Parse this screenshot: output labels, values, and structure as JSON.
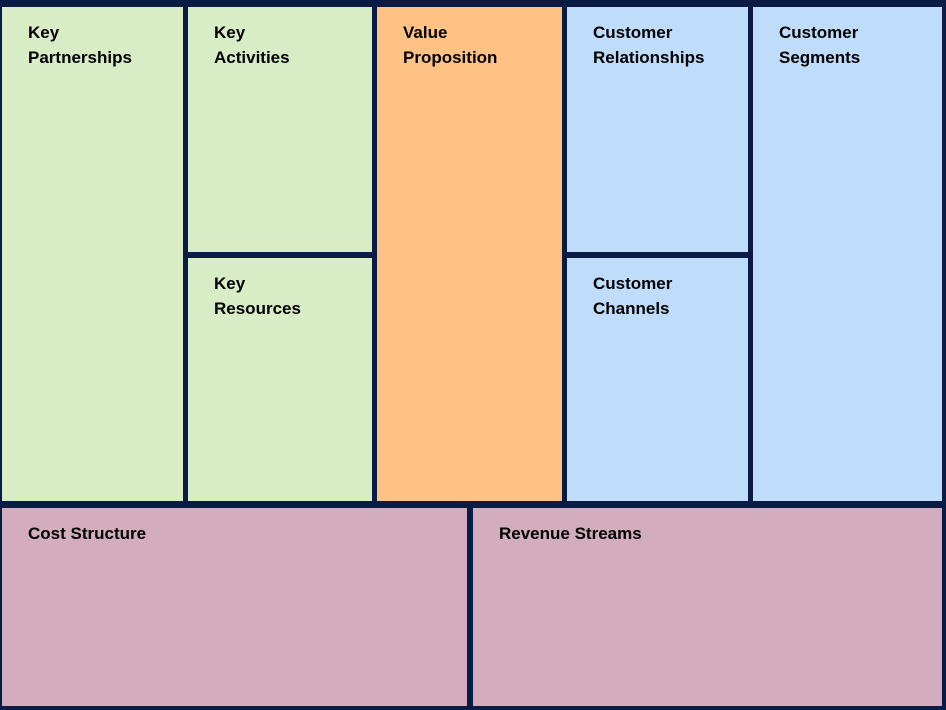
{
  "colors": {
    "border_navy": "#0a1c44",
    "key_green": "#d8ecc5",
    "value_orange": "#ffc285",
    "customer_blue": "#bfdcfb",
    "finance_pink": "#d3acbd",
    "label_text": "#000000"
  },
  "cells": {
    "key_partnerships": {
      "label": "Key Partnerships"
    },
    "key_activities": {
      "label": "Key Activities"
    },
    "key_resources": {
      "label": "Key Resources"
    },
    "value_proposition": {
      "label": "Value Proposition"
    },
    "customer_relationships": {
      "label": "Customer Relationships"
    },
    "customer_channels": {
      "label": "Customer Channels"
    },
    "customer_segments": {
      "label": "Customer Segments"
    },
    "cost_structure": {
      "label": "Cost Structure"
    },
    "revenue_streams": {
      "label": "Revenue Streams"
    }
  }
}
